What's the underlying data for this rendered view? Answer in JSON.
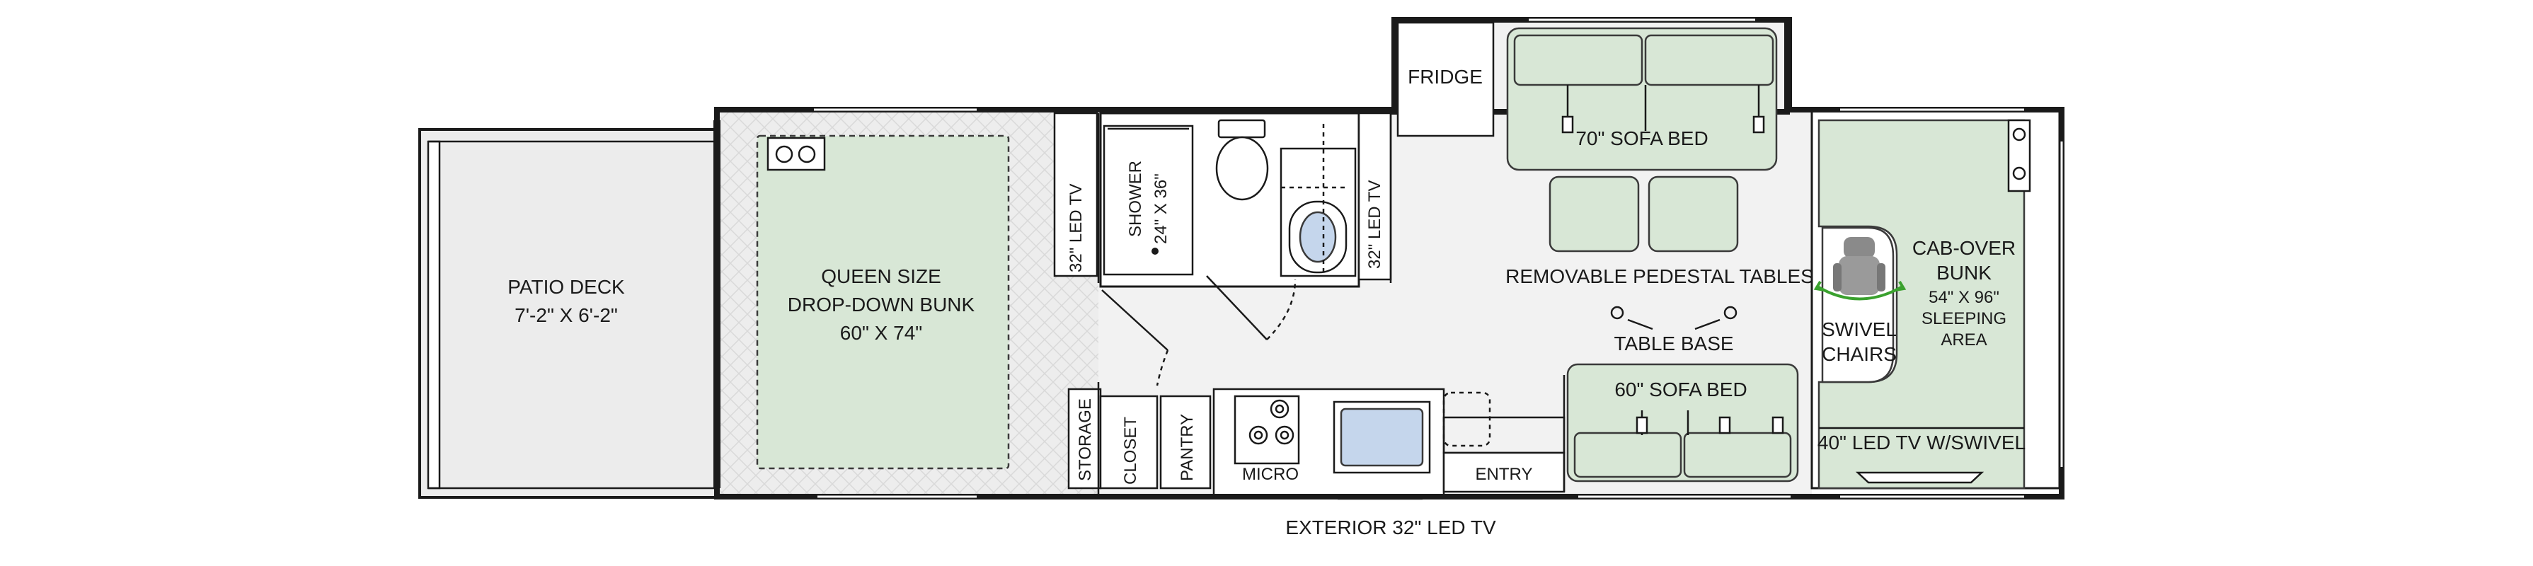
{
  "labels": {
    "patio_deck": "PATIO DECK",
    "patio_deck_size": "7'-2\" X 6'-2\"",
    "queen_line1": "QUEEN SIZE",
    "queen_line2": "DROP-DOWN BUNK",
    "queen_size": "60\" X 74\"",
    "led_tv_bedroom": "32\" LED TV",
    "shower": "SHOWER",
    "shower_size": "24\" X 36\"",
    "led_tv_bath": "32\" LED TV",
    "fridge": "FRIDGE",
    "sofa_70": "70\" SOFA BED",
    "removable_tables": "REMOVABLE PEDESTAL TABLES",
    "table_base": "TABLE BASE",
    "sofa_60": "60\" SOFA BED",
    "swivel_line1": "SWIVEL",
    "swivel_line2": "CHAIRS",
    "cabover_line1": "CAB-OVER",
    "cabover_line2": "BUNK",
    "cabover_size": "54\" X 96\"",
    "cabover_line4": "SLEEPING",
    "cabover_line5": "AREA",
    "led_tv_40": "40\" LED TV W/SWIVEL",
    "storage": "STORAGE",
    "closet": "CLOSET",
    "pantry": "PANTRY",
    "micro": "MICRO",
    "entry": "ENTRY",
    "exterior_tv": "EXTERIOR 32\" LED TV"
  },
  "colors": {
    "bunk_green": "#d8e7d6",
    "floor_gray": "#ececec",
    "sink_blue": "#c5d6ec",
    "wall": "#1a1a1a"
  }
}
